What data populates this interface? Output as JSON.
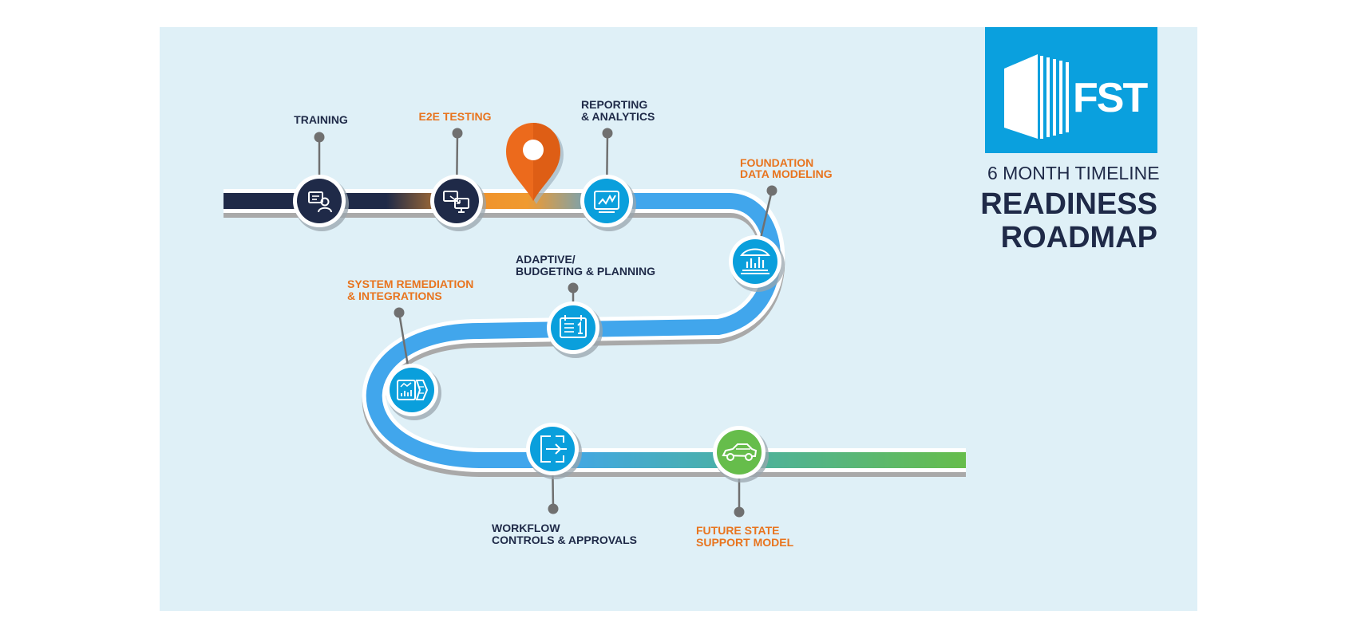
{
  "logo": {
    "text": "FST",
    "bg_color": "#0aa0de"
  },
  "title_block": {
    "subtitle": "6 MONTH TIMELINE",
    "title_line1": "READINESS",
    "title_line2": "ROADMAP"
  },
  "colors": {
    "background": "#dff0f7",
    "navy": "#1f2a48",
    "orange": "#e8741e",
    "blue": "#0a9fdc",
    "road_blue": "#41a6ec",
    "green": "#66bd4b",
    "pin": "#ec6a1c",
    "connector": "#707070"
  },
  "milestones": [
    {
      "id": "training",
      "label": [
        "TRAINING"
      ],
      "label_color": "navy",
      "icon": "training-monitor-user-icon",
      "circle_color": "navy"
    },
    {
      "id": "e2e-testing",
      "label": [
        "E2E TESTING"
      ],
      "label_color": "orange",
      "icon": "linked-monitors-icon",
      "circle_color": "navy"
    },
    {
      "id": "reporting-analytics",
      "label": [
        "REPORTING",
        "& ANALYTICS"
      ],
      "label_color": "navy",
      "icon": "line-chart-icon",
      "circle_color": "blue"
    },
    {
      "id": "foundation-data-modeling",
      "label": [
        "FOUNDATION",
        "DATA MODELING"
      ],
      "label_color": "orange",
      "icon": "building-chart-icon",
      "circle_color": "blue"
    },
    {
      "id": "adaptive-budgeting",
      "label": [
        "ADAPTIVE/",
        "BUDGETING & PLANNING"
      ],
      "label_color": "navy",
      "icon": "calendar-list-icon",
      "circle_color": "blue"
    },
    {
      "id": "system-remediation",
      "label": [
        "SYSTEM REMEDIATION",
        "& INTEGRATIONS"
      ],
      "label_color": "orange",
      "icon": "dashboard-integration-icon",
      "circle_color": "blue"
    },
    {
      "id": "workflow-controls",
      "label": [
        "WORKFLOW",
        "CONTROLS & APPROVALS"
      ],
      "label_color": "navy",
      "icon": "workflow-box-arrow-icon",
      "circle_color": "blue"
    },
    {
      "id": "future-state",
      "label": [
        "FUTURE STATE",
        "SUPPORT MODEL"
      ],
      "label_color": "orange",
      "icon": "car-icon",
      "circle_color": "green"
    }
  ],
  "current_position_marker": "map-pin-icon"
}
